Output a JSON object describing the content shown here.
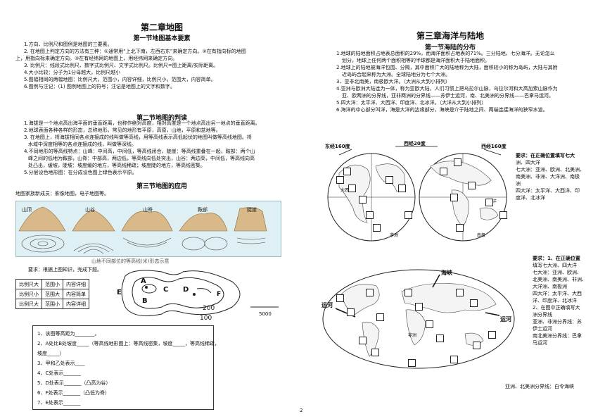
{
  "left": {
    "chapter_title": "第二章地图",
    "sec1_title": "第一节地图基本要素",
    "sec1_lines": [
      "1.方向、比例尺和图例是地图的三要素。",
      "2. 在地图上判定方向的方法有三种：①通常用“上北下南，左西右东”来确定方向。②在有指向标的地图",
      "上，用指向标来确定方向。③在有经纬网的地图上，用经纬网来确定方向。",
      "3. 比例尺：线段式比例尺、数字式比例尺、文字式比例尺。比例尺=图上距离/实际距离。",
      "4.大小比较：分子为1分母越大，比例尺越小",
      "5.图幅相同的两幅地图：比例尺大，范围小，内容详细，比例尺小，范围大，内容简单。",
      "6.图例与注记：(1) 图例地图上的符号；注记是地图上的文字和数字。"
    ],
    "sec2_title": "第二节地图的判读",
    "sec2_lines": [
      "1.海拔是一个地点高出海平面的垂直距离，也称作绝对高度，相对高度是一个地点高出另一地点的垂直距离。",
      "2.地球表面各种各样的形态，总称地形。常见的地形有平原，高原，山地，平原和盆地等。",
      "3. 在地图上，将海拔相同各点连接成的线叫做等高线，用等高线表示高低起伏的地图叫做等高线地图。将",
      "水域中深度相等的各点连接成的线，叫做等深线。",
      "4.不同地形的等高线特点：山峰：中间高，中间低，等高线闭合，陡崖：等高线重叠在一起，鞍部：两个山",
      "峰之间的低地为鞍部，山脊：中部高，两边低，等高线向低处突出，山谷：两边高，中间低，等高线向高",
      "处凸出，缓坡，陡坡：坡度缓的地方，等高线稀疏；坡度陡的地方，等高线密集。",
      "5.分层设色地形图：在分成设色图上绿色表示平原。"
    ],
    "sec3_title": "第三节地图的应用",
    "sec3_intro": "地图家族新成员：影像地图，电子地图等。",
    "terrain_caption": "山地不同部位的等高线(米)形态示意",
    "terrain_labels": [
      "山顶",
      "山谷",
      "山脊",
      "鞍部",
      "陡崖"
    ],
    "ask": "要求：根据上图知识，完成下题。",
    "scale_table": [
      [
        "比例尺大",
        "范围小",
        "内容详细"
      ],
      [
        "比例尺小",
        "范围大",
        "内容简单"
      ],
      [
        "比例尺大",
        "范围小",
        "内容详细"
      ]
    ],
    "map_letters": [
      "A",
      "B",
      "C",
      "D",
      "E",
      "F"
    ],
    "contour_values": [
      "200",
      "100"
    ],
    "scale_value": "5000",
    "questions": [
      "1、该图等高距为________。",
      "2、A处比B处坡度_____（等高线地形图上：等高线密集，坡度_____，等高线稀疏，",
      "坡度_____）",
      "3、甲和乙处表示____",
      "4、C处表示_______",
      "5、D处表示_______（凸高为谷）",
      "6、F处表示_______（凸低为脊）",
      "7、E处表示_______"
    ]
  },
  "right": {
    "chapter_title": "第三章海洋与陆地",
    "sec1_title": "第一节海陆的分布",
    "lines": [
      "1.地球的陆地面积占地表总面积的29%，而海洋面积占地表的71%。三分陆地，七分海洋。无论怎么",
      "划分，地球上任何两个面积相等的半球都是海洋面积大于陆地面积。",
      "2.地球上的陆地被海洋包围、分隔，其中面积广大的陆地称为大陆，面积较小的称为岛屿，大陆与其附",
      "近岛屿合起来称为大洲。全球陆地分为七个大洲。",
      "3、亚非北南美，南极欧大洋。（大洲从大到小排列）",
      "4.亚洲与欧洲大陆连为一体，称为亚欧大陆，人们习惯上把乌拉尔山脉，乌拉尔河和大高加索山脉作为",
      "亚、欧两洲的分界线，亚非两洲的分界线——苏伊士运河，南、北美洲的分界线——巴拿马运河。",
      "5.四大洋：太平洋、大西洋、印度洋、北冰洋。（大洋从大到小排列）",
      "6.海洋的中心部分叫洋，海是大洋的边缘部分，海峡是介于陆地之间、两端连接海洋的狭窄水道。"
    ],
    "hemi_labels": {
      "east160": "东经160度",
      "west20": "西经20度",
      "west160": "西经160度",
      "atlantic": "大西洋",
      "pacific": "大洋",
      "feizhou": "非洲",
      "dongzhou": "东洲",
      "nanji": "南极"
    },
    "req1": [
      "要求：在正确位置填写七大",
      "洲、四大洋",
      "七大洲：亚洲、欧洲、北美洲、",
      "南美洲、非洲、大洋洲、南极",
      "洲",
      "四大洋：太平洋、大西洋、印",
      "度洋、北冰洋"
    ],
    "world_labels": {
      "haixia": "海峡",
      "yunhe1": "运河",
      "yunhe2": "运河",
      "feizhou": "非洲"
    },
    "req2": [
      "要求：1、在正确位置",
      "填写七大洲、四大洋",
      "七大洲：亚洲、欧洲、",
      "北美洲、南美洲、非洲、",
      "大洋洲、南极洲",
      "四大洋：太平洋、大西",
      "洋、印度洋、北冰洋",
      "2、在图中正确填写大",
      "洲分界线",
      "亚洲、非洲分界线：苏",
      "伊士运河",
      "南北美洲分界线：巴拿",
      "马运河"
    ],
    "bottom_note": "亚洲、北美洲分界线：白令海峡"
  },
  "page_number": "2"
}
